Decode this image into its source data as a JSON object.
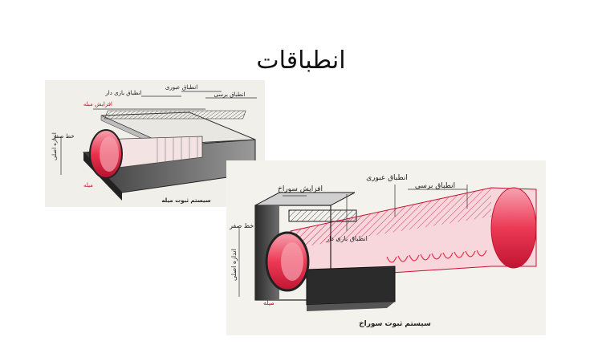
{
  "title": "انطباقات",
  "colors": {
    "weld_red": "#e8324d",
    "weld_light": "#f6a3b0",
    "steel_dark": "#2b2b2b",
    "steel_mid": "#8c8c8c",
    "steel_light": "#d9d9d9",
    "paper": "#f1efea"
  },
  "figure1": {
    "labels": {
      "reinforcement": "افزایش مبله",
      "fusion_overlap": "انطباق بازی دار",
      "transition_overlap": "انطباق عبوری",
      "inspection_overlap": "انطباق برسی",
      "tolerance": "خط صفر",
      "size": "اندازه اصلی",
      "shaft": "میله"
    },
    "caption": "سیستم ثبوت میله"
  },
  "figure2": {
    "labels": {
      "hole_increase": "افزایش سوراخ",
      "transition_overlap": "انطباق عبوری",
      "inspection_overlap": "انطباق برسی",
      "fusion_overlap": "انطباق بازی دار",
      "tolerance": "خط صفر",
      "size": "اندازه اصلی",
      "shaft": "میله"
    },
    "caption": "سیستم ثبوت سوراخ"
  }
}
